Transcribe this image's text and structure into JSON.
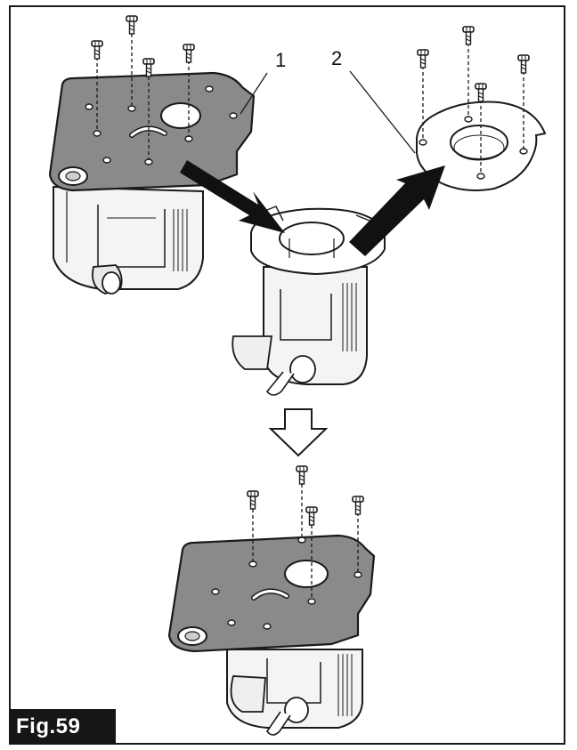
{
  "figure": {
    "label": "Fig.59",
    "callouts": [
      {
        "id": "1",
        "text": "1"
      },
      {
        "id": "2",
        "text": "2"
      }
    ]
  },
  "colors": {
    "ink": "#1a1a1a",
    "plate_fill": "#8a8a8a",
    "body_fill": "#f2f2f2",
    "arrow_fill": "#111111",
    "label_bg": "#161616"
  }
}
